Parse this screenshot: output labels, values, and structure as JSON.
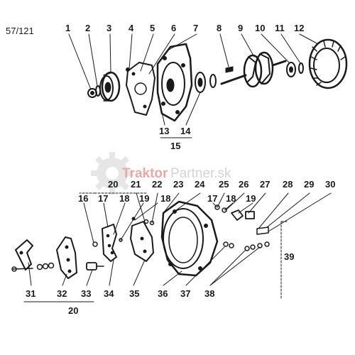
{
  "reference": "57/121",
  "watermark": {
    "brand_a": "Traktor",
    "brand_b": "Partner.sk",
    "color_a": "#e9a8a8",
    "color_b": "#d3d3d3",
    "gear_color": "#e6e6e6"
  },
  "top_labels": [
    "1",
    "2",
    "3",
    "4",
    "5",
    "6",
    "7",
    "8",
    "9",
    "10",
    "11",
    "12"
  ],
  "mid_labels": [
    "13",
    "14",
    "15"
  ],
  "lower_row1": [
    "20",
    "21",
    "22",
    "23",
    "24",
    "25",
    "26",
    "27",
    "28",
    "29",
    "30"
  ],
  "lower_row2": [
    "16",
    "17",
    "18",
    "19",
    "17",
    "18",
    "19"
  ],
  "lower_right": "39",
  "bottom_labels": [
    "31",
    "32",
    "33",
    "34",
    "35",
    "36",
    "37",
    "38"
  ],
  "bottom_group": "20",
  "ink_color": "#1a1a1a"
}
